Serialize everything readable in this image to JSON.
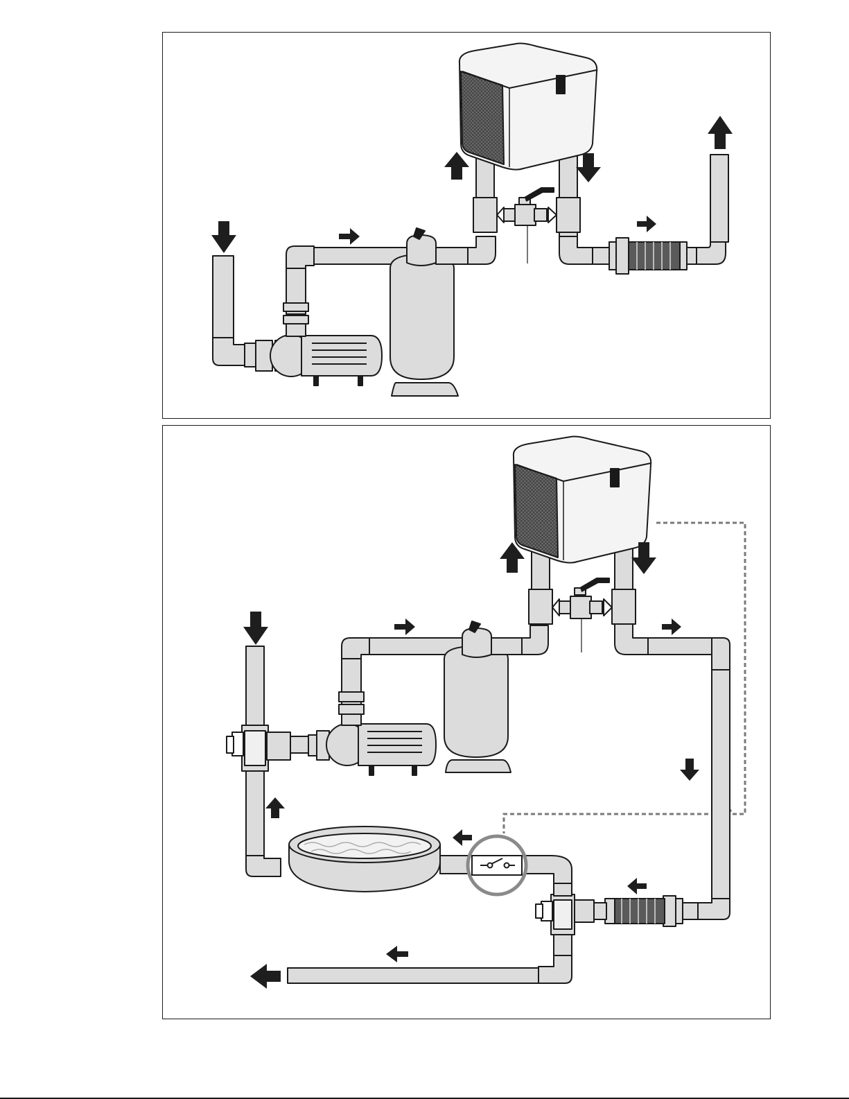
{
  "colors": {
    "pipe_fill": "#dcdcdc",
    "outline": "#1a1a1a",
    "arrow": "#1e1e1e",
    "mesh": "#5a5a5a",
    "valve_ring": "#8a8a8a",
    "signal_line": "#7a7a7a",
    "body_fill": "#d2d2d2"
  },
  "figures": [
    {
      "id": "installation-without-bypass-control",
      "components": [
        "heat-pump",
        "bypass-valve",
        "sand-filter",
        "circulation-pump",
        "chlorinator-cell",
        "flow-arrow"
      ]
    },
    {
      "id": "installation-with-flow-switch-spa",
      "components": [
        "heat-pump",
        "bypass-valve",
        "sand-filter",
        "circulation-pump",
        "three-way-valve",
        "spa-tub",
        "flow-switch",
        "chlorinator-cell",
        "control-wire",
        "flow-arrow"
      ]
    }
  ]
}
